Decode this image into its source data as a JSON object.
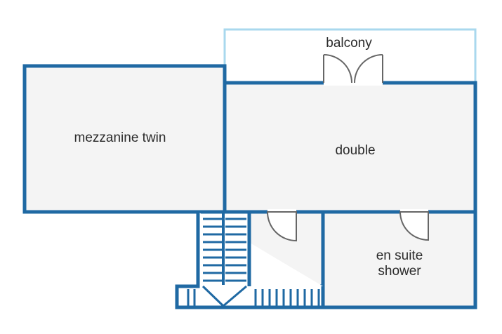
{
  "colors": {
    "wall": "#1f69a3",
    "balcony_rail": "#a9d8ee",
    "room_fill": "#f4f4f4",
    "background": "#ffffff",
    "label": "#2b2b2b"
  },
  "rooms": {
    "balcony": "balcony",
    "mezzanine_twin": "mezzanine twin",
    "double": "double",
    "en_suite_line1": "en suite",
    "en_suite_line2": "shower"
  }
}
